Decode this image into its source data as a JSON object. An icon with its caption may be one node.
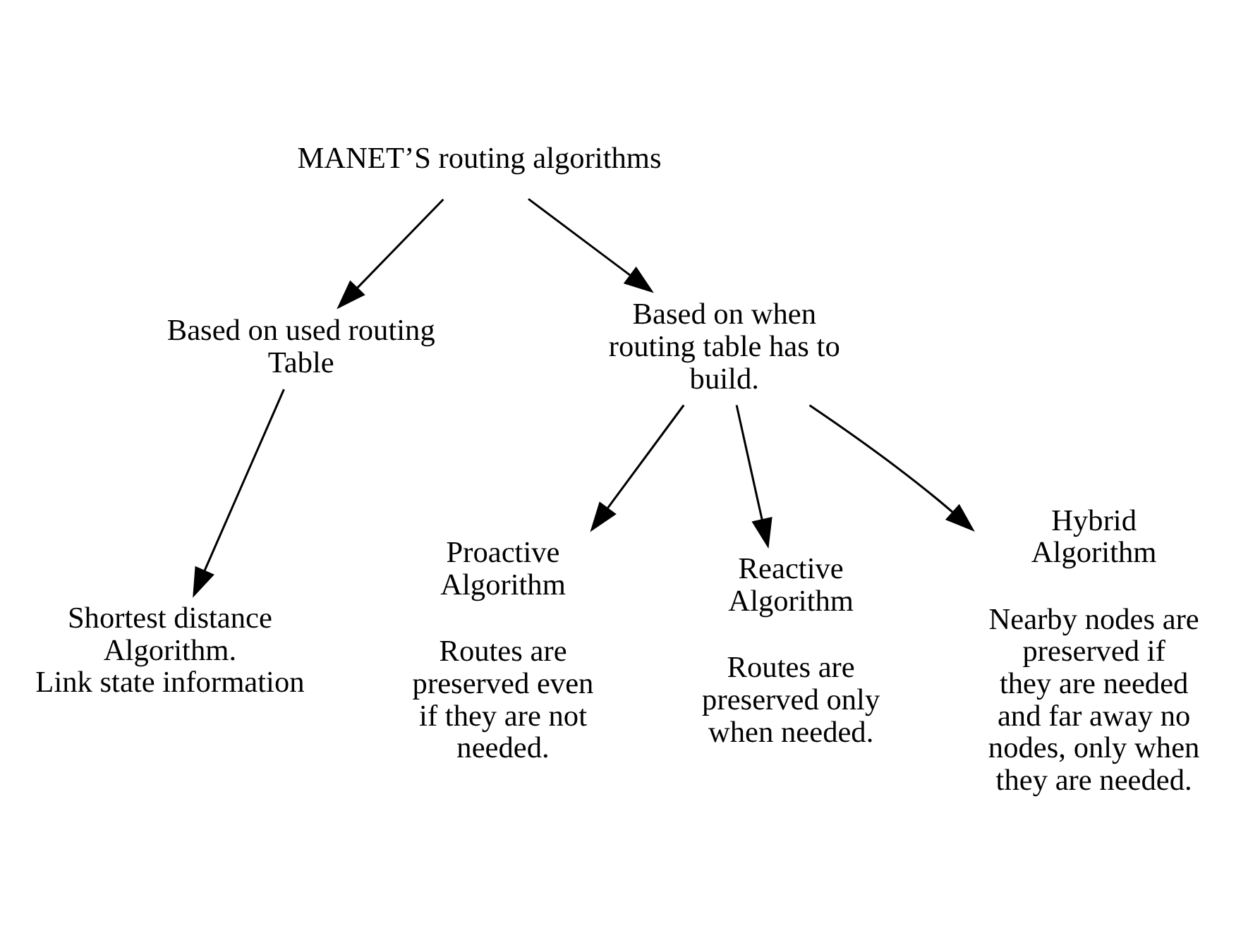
{
  "diagram": {
    "nodes": [
      {
        "text": [
          "MANET’S routing algorithms"
        ]
      },
      {
        "text": [
          "Based on used routing Table"
        ]
      },
      {
        "text": [
          "Based on when routing table has to build."
        ]
      },
      {
        "text": [
          "Shortest distance Algorithm.",
          "Link state information"
        ]
      },
      {
        "text": [
          "Proactive Algorithm"
        ],
        "beside": [
          "Routes are preserved even if they are not needed."
        ]
      },
      {
        "text": [
          "Reactive Algorithm"
        ],
        "beside": [
          "Routes are preserved only when needed."
        ]
      },
      {
        "text": [
          "Hybrid Algorithm"
        ],
        "beside": [
          "Nearby nodes are preserved if they are needed and far away no nodes, only when they are needed."
        ]
      }
    ],
    "edges": [
      {
        "from": 0,
        "to": 1,
        "arrow": "to"
      },
      {
        "from": 0,
        "to": 2,
        "arrow": "to"
      },
      {
        "from": 1,
        "to": 3,
        "arrow": "to"
      },
      {
        "from": 2,
        "to": 4,
        "arrow": "to"
      },
      {
        "from": 2,
        "to": 5,
        "arrow": "to"
      },
      {
        "from": 2,
        "to": 6,
        "arrow": "to"
      }
    ]
  }
}
